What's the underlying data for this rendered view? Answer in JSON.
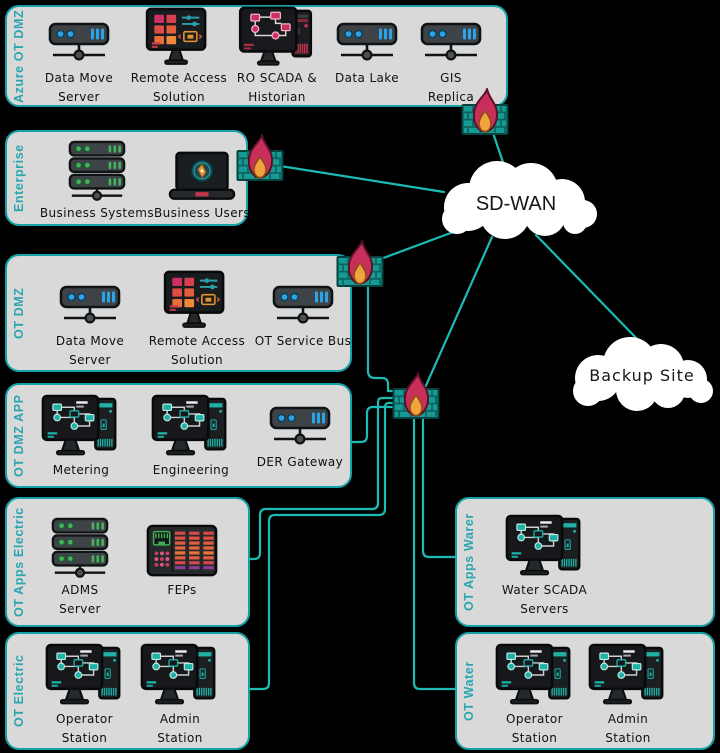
{
  "zones": [
    {
      "id": "azure-ot-dmz",
      "label": "Azure OT DMZ",
      "items": [
        {
          "name": "data-move-server",
          "icon": "rack-server",
          "lines": [
            "Data Move",
            "Server"
          ]
        },
        {
          "name": "remote-access-solution",
          "icon": "remote-desktop-monitor",
          "lines": [
            "Remote Access",
            "Solution"
          ]
        },
        {
          "name": "ro-scada-historian",
          "icon": "scada-monitor-with-tower",
          "lines": [
            "RO SCADA &",
            "Historian"
          ]
        },
        {
          "name": "data-lake",
          "icon": "rack-server",
          "lines": [
            "Data Lake"
          ]
        },
        {
          "name": "gis-replica",
          "icon": "rack-server",
          "lines": [
            "GIS",
            "Replica"
          ]
        }
      ]
    },
    {
      "id": "enterprise",
      "label": "Enterprise",
      "items": [
        {
          "name": "business-systems",
          "icon": "server-stack",
          "lines": [
            "Business Systems"
          ]
        },
        {
          "name": "business-users",
          "icon": "laptop",
          "lines": [
            "Business Users"
          ]
        }
      ]
    },
    {
      "id": "ot-dmz",
      "label": "OT DMZ",
      "items": [
        {
          "name": "data-move-server",
          "icon": "rack-server",
          "lines": [
            "Data Move",
            "Server"
          ]
        },
        {
          "name": "remote-access-solution",
          "icon": "remote-desktop-monitor",
          "lines": [
            "Remote Access",
            "Solution"
          ]
        },
        {
          "name": "ot-service-bus",
          "icon": "rack-server",
          "lines": [
            "OT Service Bus"
          ]
        }
      ]
    },
    {
      "id": "ot-dmz-app",
      "label": "OT DMZ APP",
      "items": [
        {
          "name": "metering",
          "icon": "workstation",
          "lines": [
            "Metering"
          ]
        },
        {
          "name": "engineering",
          "icon": "workstation",
          "lines": [
            "Engineering"
          ]
        },
        {
          "name": "der-gateway",
          "icon": "rack-server",
          "lines": [
            "DER Gateway"
          ]
        }
      ]
    },
    {
      "id": "ot-apps-electric",
      "label": "OT Apps Electric",
      "items": [
        {
          "name": "adms-server",
          "icon": "server-stack",
          "lines": [
            "ADMS",
            "Server"
          ]
        },
        {
          "name": "feps",
          "icon": "fep-panel",
          "lines": [
            "FEPs"
          ]
        }
      ]
    },
    {
      "id": "ot-electric",
      "label": "OT Electric",
      "items": [
        {
          "name": "operator-station",
          "icon": "workstation",
          "lines": [
            "Operator",
            "Station"
          ]
        },
        {
          "name": "admin-station",
          "icon": "workstation",
          "lines": [
            "Admin",
            "Station"
          ]
        }
      ]
    },
    {
      "id": "ot-apps-water",
      "label": "OT Apps Warer",
      "items": [
        {
          "name": "water-scada-servers",
          "icon": "workstation",
          "lines": [
            "Water SCADA",
            "Servers"
          ]
        }
      ]
    },
    {
      "id": "ot-water",
      "label": "OT Water",
      "items": [
        {
          "name": "operator-station",
          "icon": "workstation",
          "lines": [
            "Operator",
            "Station"
          ]
        },
        {
          "name": "admin-station",
          "icon": "workstation",
          "lines": [
            "Admin",
            "Station"
          ]
        }
      ]
    }
  ],
  "clouds": [
    {
      "id": "sd-wan",
      "label": "SD-WAN"
    },
    {
      "id": "backup-site",
      "label": "Backup Site"
    }
  ],
  "firewalls": [
    {
      "id": "firewall-azure",
      "icon": "firewall-flame",
      "at": "azure-ot-dmz bottom edge"
    },
    {
      "id": "firewall-enterprise",
      "icon": "firewall-flame",
      "at": "enterprise right edge"
    },
    {
      "id": "firewall-ot-dmz",
      "icon": "firewall-flame",
      "at": "ot-dmz top-right corner"
    },
    {
      "id": "firewall-core",
      "icon": "firewall-flame",
      "at": "between ot zones"
    }
  ],
  "connections": [
    {
      "from": "firewall-azure",
      "to": "sd-wan"
    },
    {
      "from": "firewall-enterprise",
      "to": "sd-wan"
    },
    {
      "from": "firewall-ot-dmz",
      "to": "sd-wan"
    },
    {
      "from": "firewall-core",
      "to": "sd-wan"
    },
    {
      "from": "sd-wan",
      "to": "backup-site"
    },
    {
      "from": "firewall-ot-dmz",
      "to": "firewall-core"
    },
    {
      "from": "ot-dmz-app",
      "to": "firewall-core"
    },
    {
      "from": "firewall-core",
      "to": "ot-apps-electric"
    },
    {
      "from": "firewall-core",
      "to": "ot-electric"
    },
    {
      "from": "firewall-core",
      "to": "ot-apps-water"
    },
    {
      "from": "firewall-core",
      "to": "ot-water"
    }
  ],
  "colors": {
    "background": "#000000",
    "zone_fill": "#d9d9d9",
    "zone_border": "#15a2a6",
    "zone_label": "#2aa6b0",
    "wire": "#1bbcb4",
    "cloud_fill": "#ffffff",
    "flame_outer": "#c8305b",
    "flame_inner": "#f1a33d",
    "firewall_brick": "#179a93",
    "label_text": "#101010"
  }
}
